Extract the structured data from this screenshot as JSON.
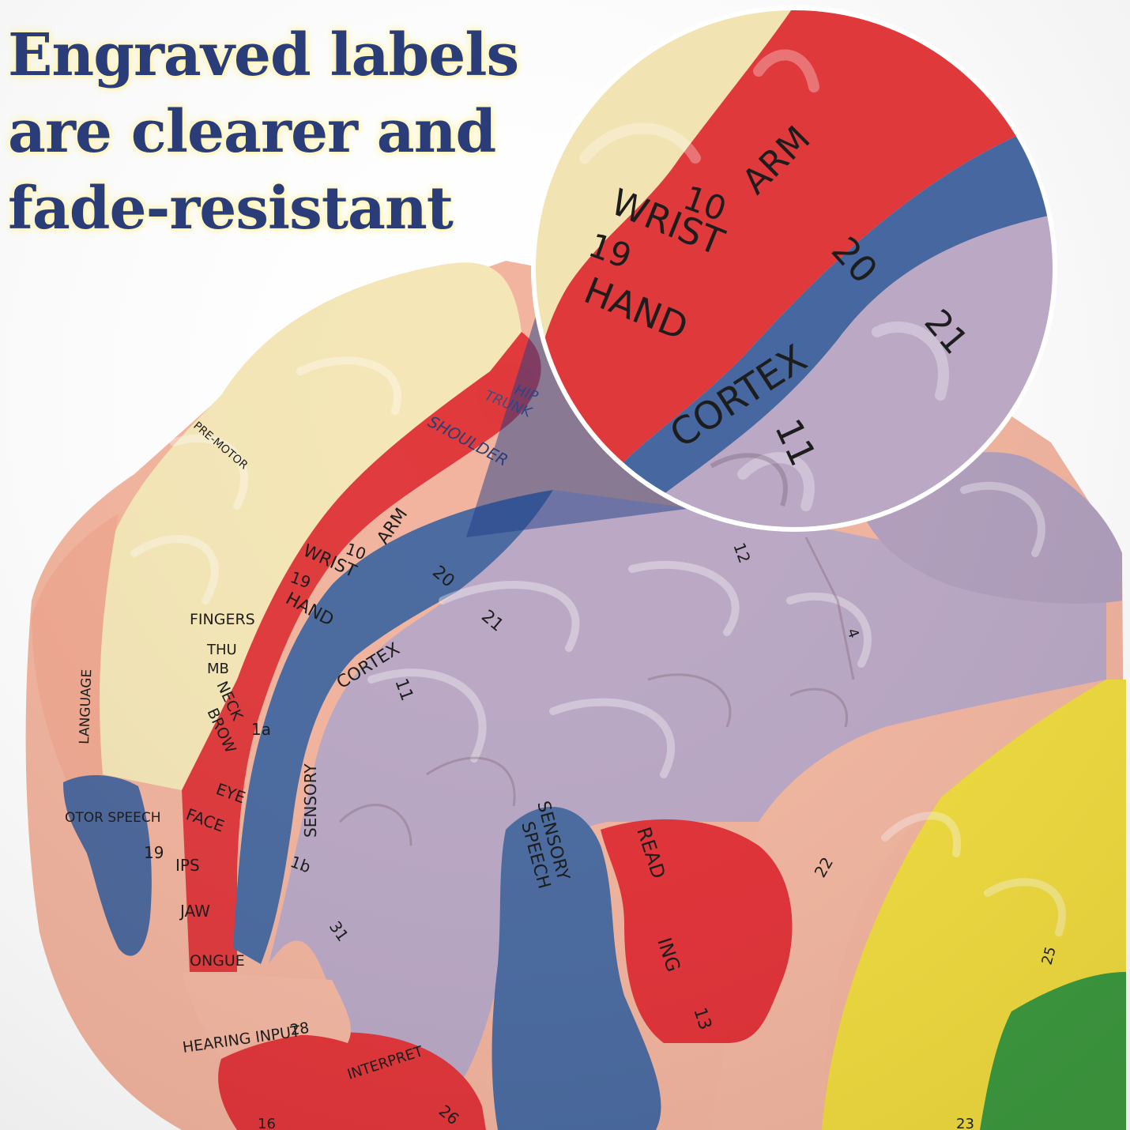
{
  "headline": {
    "line1": "Engraved labels",
    "line2": "are clearer and",
    "line3": "fade-resistant"
  },
  "colors": {
    "headline_text": "#2b3d78",
    "headline_glow": "#fff2a0",
    "motor_red": "#e0393c",
    "sensory_blue": "#4a6aa0",
    "cortex_lilac": "#b9a7c4",
    "premotor_cream": "#f3e6b4",
    "speech_peach": "#f3b39c",
    "occipital_yellow": "#f1dc3e",
    "cerebellum_green": "#3d9a3f"
  },
  "zoom": {
    "labels": {
      "arm": "ARM",
      "n10": "10",
      "wrist": "WRIST",
      "n19": "19",
      "hand": "HAND",
      "n20": "20",
      "n21": "21",
      "cortex": "CORTEX",
      "n11": "11"
    }
  },
  "model": {
    "labels": {
      "hip": "HIP",
      "trunk": "TRUNK",
      "shoulder": "SHOULDER",
      "premotor": "PRE-MOTOR",
      "arm": "ARM",
      "n10": "10",
      "wrist": "WRIST",
      "n19a": "19",
      "hand": "HAND",
      "n20": "20",
      "n21": "21",
      "cortex": "CORTEX",
      "n11": "11",
      "fingers": "FINGERS",
      "thu": "THU",
      "mb": "MB",
      "neck": "NECK",
      "brow": "BROW",
      "eye": "EYE",
      "face": "FACE",
      "ips": "IPS",
      "jaw": "JAW",
      "ongue": "ONGUE",
      "n1a": "1a",
      "n1b": "1b",
      "sensory": "SENSORY",
      "language": "LANGUAGE",
      "motor_speech": "OTOR SPEECH",
      "n19b": "19",
      "n31": "31",
      "sensory2": "SENSORY",
      "speech": "SPEECH",
      "read": "READ",
      "ing": "ING",
      "n13": "13",
      "n12": "12",
      "n4": "4",
      "n22": "22",
      "n25": "25",
      "hearing_input": "HEARING INPUT",
      "n28": "28",
      "interpret": "INTERPRET",
      "n26": "26",
      "n16": "16",
      "n23": "23"
    }
  }
}
